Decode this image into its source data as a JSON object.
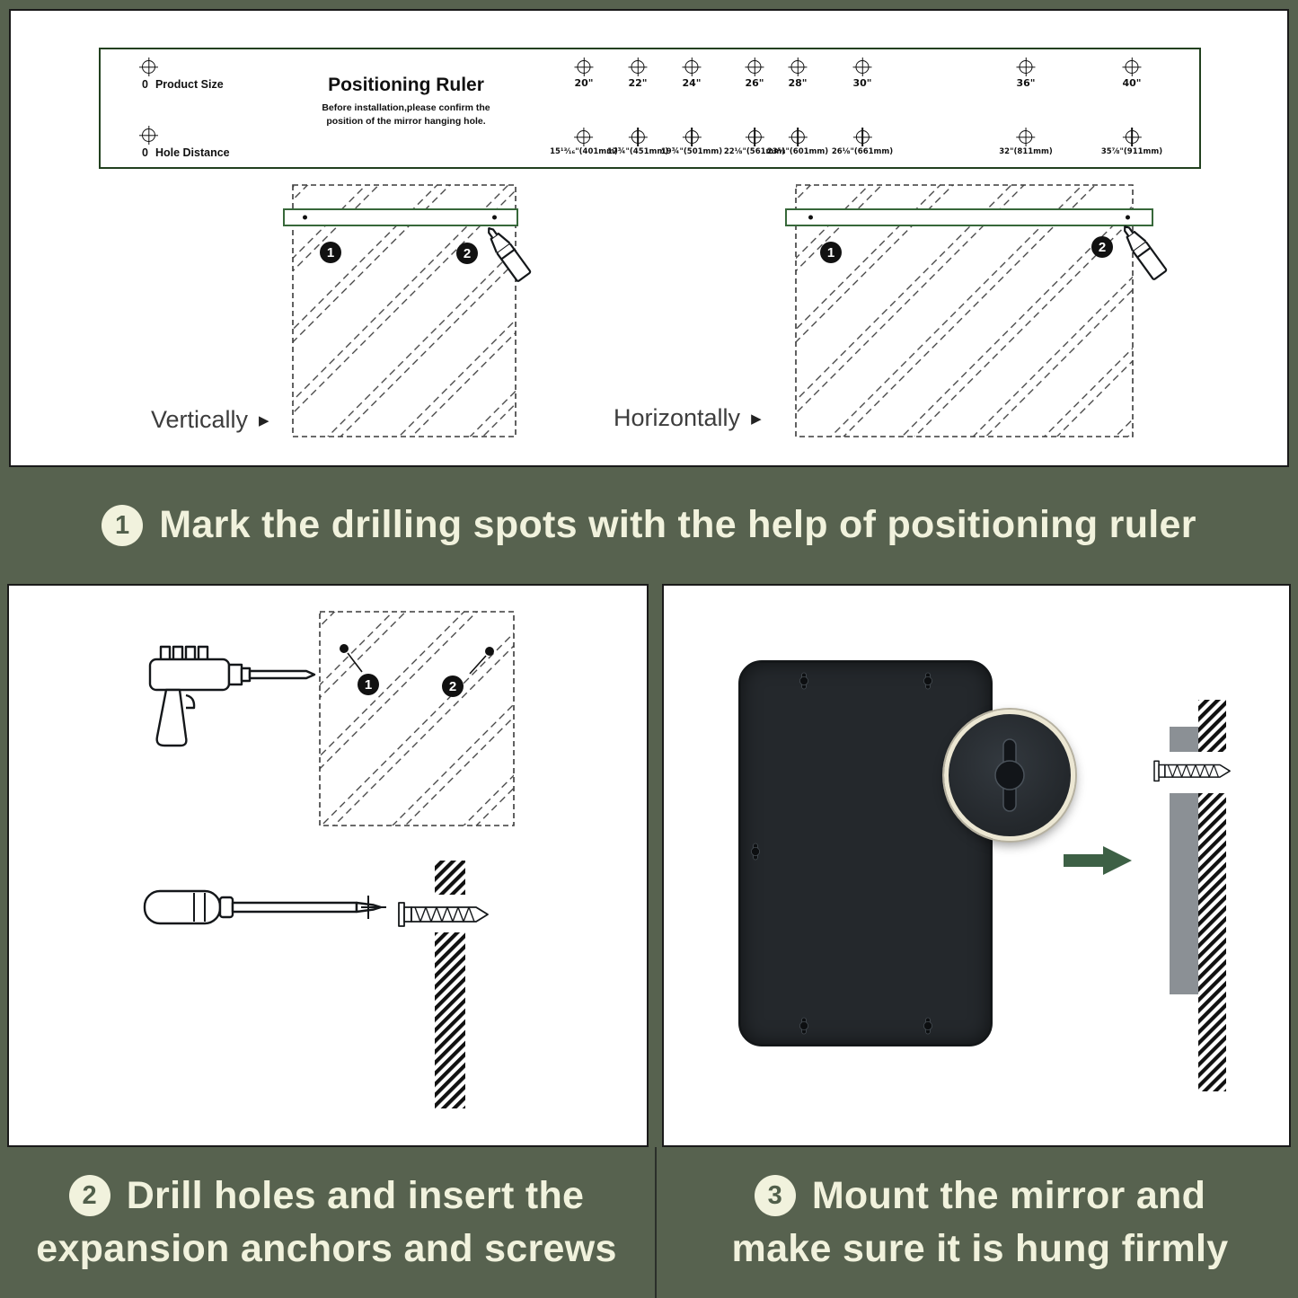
{
  "colors": {
    "background_green": "#57624f",
    "band_text_cream": "#f1f2dd",
    "ruler_border_green": "#22401f",
    "bar_border_green": "#37683a",
    "arrow_green": "#3d6045",
    "mirror_dark": "#24282c",
    "panel_white": "#ffffff"
  },
  "icons": {
    "play": "▶"
  },
  "marks": {
    "one": "1",
    "two": "2"
  },
  "ruler": {
    "title": "Positioning Ruler",
    "subtitle_line1": "Before installation,please confirm the",
    "subtitle_line2": "position of the mirror hanging hole.",
    "zero": "0",
    "product_size_label": "Product Size",
    "hole_distance_label": "Hole Distance",
    "product_sizes": [
      "20\"",
      "22\"",
      "24\"",
      "26\"",
      "28\"",
      "30\"",
      "36\"",
      "40\""
    ],
    "hole_distances": [
      "15¹³⁄₁₆\"(401mm)",
      "17¾\"(451mm)",
      "19¾\"(501mm)",
      "22⅛\"(561mm)",
      "23⅝\"(601mm)",
      "26⅛\"(661mm)",
      "32\"(811mm)",
      "35⅞\"(911mm)"
    ]
  },
  "diagrams": {
    "vertical": "Vertically",
    "horizontal": "Horizontally"
  },
  "steps": [
    {
      "number": "1",
      "lines": [
        "Mark the drilling spots with the help of positioning ruler"
      ]
    },
    {
      "number": "2",
      "lines": [
        "Drill holes and insert the",
        "expansion anchors and screws"
      ]
    },
    {
      "number": "3",
      "lines": [
        "Mount the mirror and",
        "make sure it is hung firmly"
      ]
    }
  ]
}
